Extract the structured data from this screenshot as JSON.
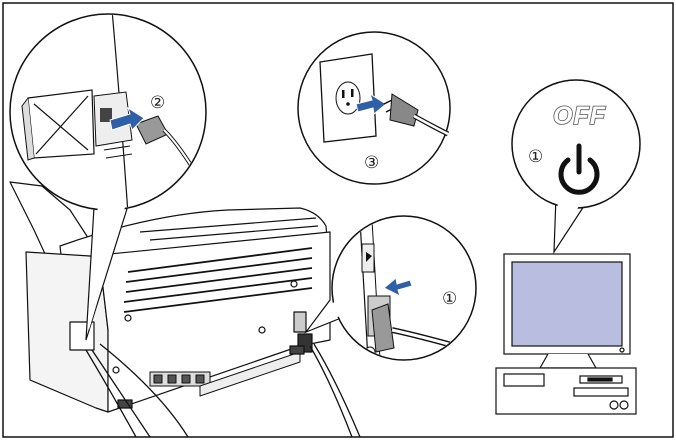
{
  "steps": {
    "power_off": "①",
    "usb_unplug": "②",
    "wall_plug": "③",
    "printer_power": "①"
  },
  "off_label": "OFF",
  "icons": {
    "power": "power-symbol-icon",
    "arrow": "blue-arrow-icon"
  },
  "colors": {
    "arrow_blue": "#2f5fa8",
    "monitor_screen": "#b9bddf",
    "line": "#111111"
  }
}
